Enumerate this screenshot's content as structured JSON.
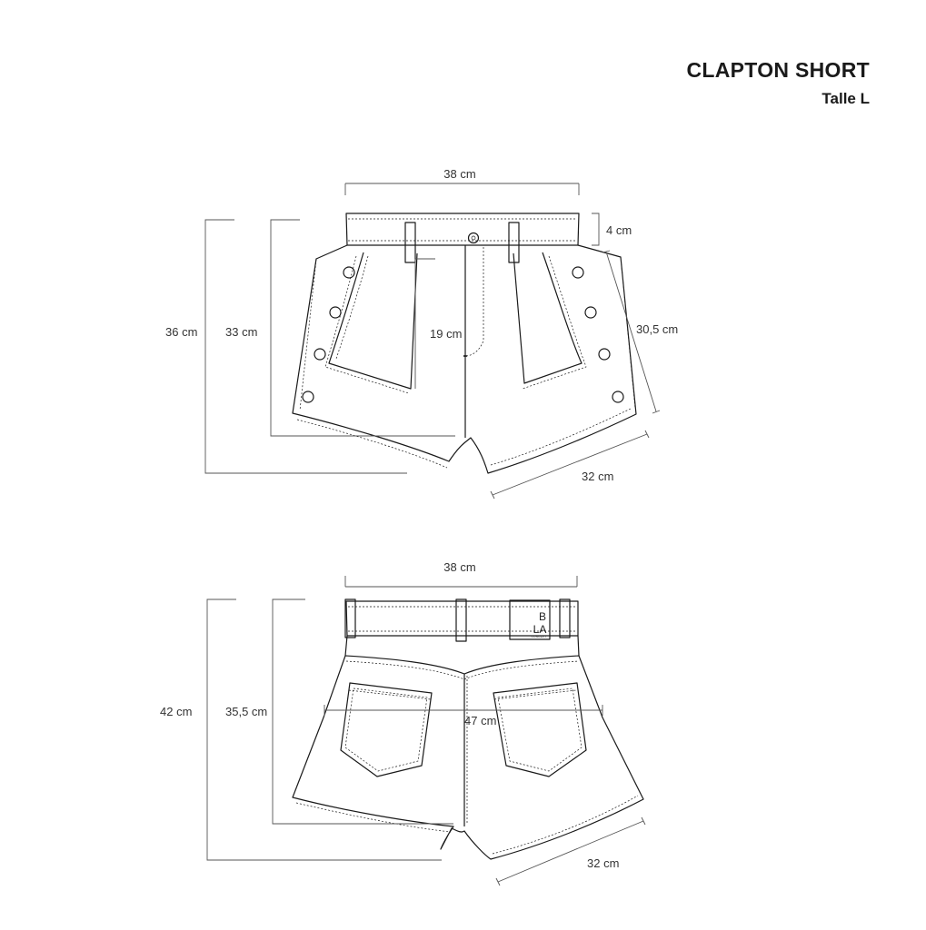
{
  "header": {
    "title": "CLAPTON SHORT",
    "size_label": "Talle L"
  },
  "front_view": {
    "waist_width": "38 cm",
    "waistband_height": "4 cm",
    "side_length": "30,5 cm",
    "total_length": "36 cm",
    "front_length": "33 cm",
    "rise": "19 cm",
    "leg_opening": "32 cm"
  },
  "back_view": {
    "waist_width": "38 cm",
    "hip_width": "47 cm",
    "total_length": "42 cm",
    "back_length": "35,5 cm",
    "leg_opening": "32 cm",
    "label": {
      "line1": "B",
      "line2": "LA",
      "line3": "CONCEPT"
    }
  },
  "colors": {
    "line": "#1a1a1a",
    "dimension_line": "#555555",
    "background": "#ffffff"
  }
}
